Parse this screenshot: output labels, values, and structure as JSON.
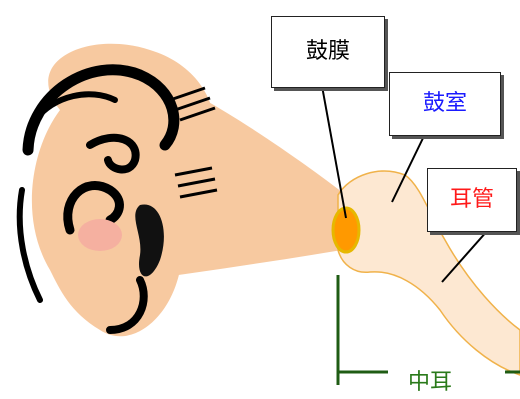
{
  "labels": {
    "eardrum": "鼓膜",
    "tympanic_cavity": "鼓室",
    "ear_canal": "耳管",
    "middle_ear": "中耳"
  },
  "colors": {
    "eardrum_text": "#000000",
    "tympanic_cavity_text": "#1a1aff",
    "ear_canal_text": "#ff1a1a",
    "middle_ear_text": "#2a7a1a",
    "skin": "#f7c9a0",
    "canal_fill": "#fde8d2",
    "eardrum_fill": "#ff9900",
    "bracket": "#1f5c14"
  }
}
